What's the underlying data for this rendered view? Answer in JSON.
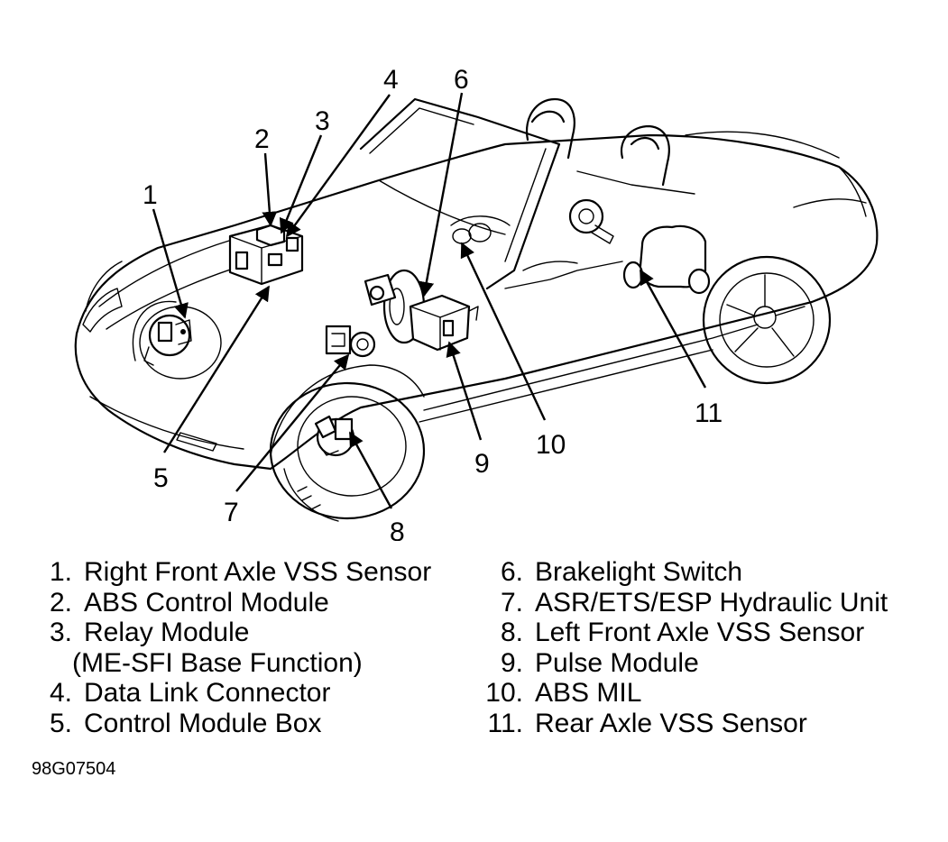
{
  "callouts": [
    "1",
    "2",
    "3",
    "4",
    "5",
    "6",
    "7",
    "8",
    "9",
    "10",
    "11"
  ],
  "legend": {
    "left": [
      {
        "num": "1.",
        "text": "Right Front Axle VSS Sensor"
      },
      {
        "num": "2.",
        "text": "ABS Control Module"
      },
      {
        "num": "3.",
        "text": "Relay Module",
        "cont": "(ME-SFI Base Function)"
      },
      {
        "num": "4.",
        "text": "Data Link Connector"
      },
      {
        "num": "5.",
        "text": "Control Module Box"
      }
    ],
    "right": [
      {
        "num": "6.",
        "text": "Brakelight Switch"
      },
      {
        "num": "7.",
        "text": "ASR/ETS/ESP Hydraulic Unit"
      },
      {
        "num": "8.",
        "text": "Left Front Axle VSS Sensor"
      },
      {
        "num": "9.",
        "text": "Pulse Module"
      },
      {
        "num": "10.",
        "text": "ABS MIL"
      },
      {
        "num": "11.",
        "text": "Rear Axle VSS Sensor"
      }
    ]
  },
  "figure_code": "98G07504"
}
